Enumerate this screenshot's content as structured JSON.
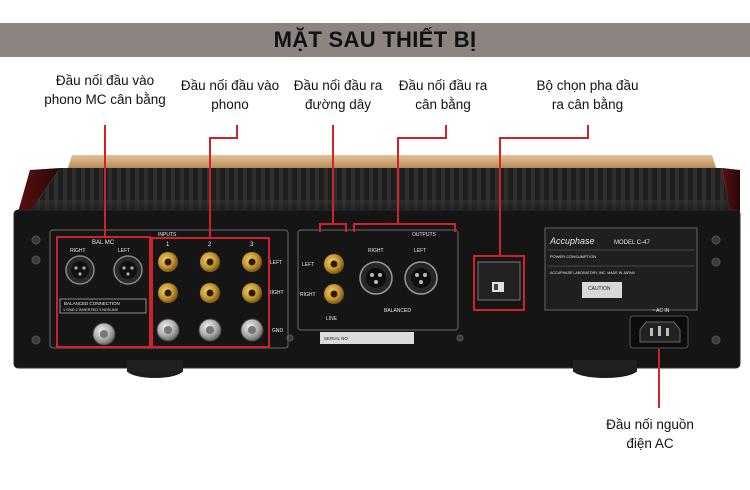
{
  "title": "MẶT SAU THIẾT BỊ",
  "callouts": {
    "phono_mc_balanced": [
      "Đầu nối đầu vào",
      "phono MC cân bằng"
    ],
    "phono_inputs": [
      "Đầu nối đầu vào",
      "phono"
    ],
    "line_outputs": [
      "Đầu nối đầu ra",
      "đường dây"
    ],
    "balanced_outputs": [
      "Đầu nối đầu ra",
      "cân bằng"
    ],
    "phase_selector": [
      "Bộ chọn pha đầu",
      "ra cân bằng"
    ],
    "ac_power": [
      "Đầu nối nguồn",
      "điện AC"
    ]
  },
  "panel": {
    "bal_mc": "BAL MC",
    "right": "RIGHT",
    "left": "LEFT",
    "balanced_connection": "BALANCED CONNECTION",
    "pin_map": "1 GND   2 INVERTED   3 NON-INV",
    "inputs": "INPUTS",
    "input_1": "1",
    "input_2": "2",
    "input_3": "3",
    "row_left": "LEFT",
    "row_right": "RIGHT",
    "row_gnd": "GND",
    "outputs": "OUTPUTS",
    "out_left": "LEFT",
    "out_right": "RIGHT",
    "line": "LINE",
    "balanced": "BALANCED",
    "serial_no": "SERIAL NO.",
    "brand": "Accuphase",
    "model": "MODEL C-47",
    "power_consumption": "POWER CONSUMPTION",
    "caution": "CAUTION",
    "manufacturer": "ACCUPHASE LABORATORY, INC.   MADE IN JAPAN",
    "ac_in": "~ AC IN"
  },
  "colors": {
    "title_bar": "#8b8481",
    "callout_red": "#d0222b",
    "chassis": "#1a1a1a",
    "wood_trim": "#c9a070",
    "gold_jack": "#c8962e"
  }
}
